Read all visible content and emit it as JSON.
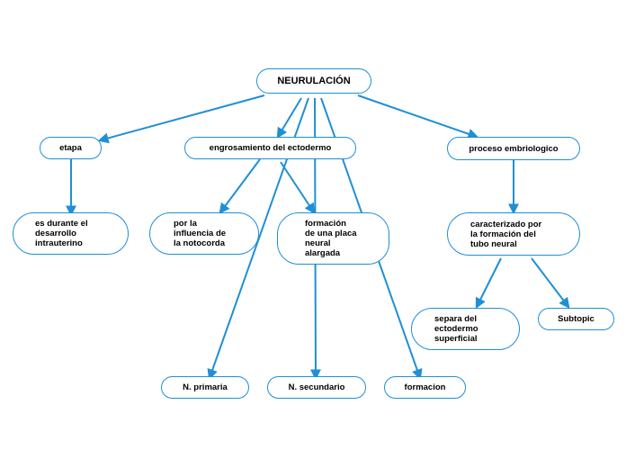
{
  "root": {
    "label": "NEURULACIÓN"
  },
  "nodes": {
    "etapa": "etapa",
    "engrosamiento": "engrosamiento del ectodermo",
    "proceso": "proceso embriologico",
    "desarrollo": "es durante el\ndesarrollo\nintrauterino",
    "notocorda": "por la\ninfluencia de\nla notocorda",
    "placa": "formación\nde una placa\nneural\nalargada",
    "tubo": "caracterizado por\nla formación del\ntubo neural",
    "separa": "separa del\nectodermo\nsuperficial",
    "subtopic": "Subtopic",
    "primaria": "N. primaria",
    "secundario": "N. secundario",
    "formacion": "formacion"
  },
  "colors": {
    "line": "#1f8fd6",
    "border": "#1f8fd6",
    "text": "#000000"
  }
}
